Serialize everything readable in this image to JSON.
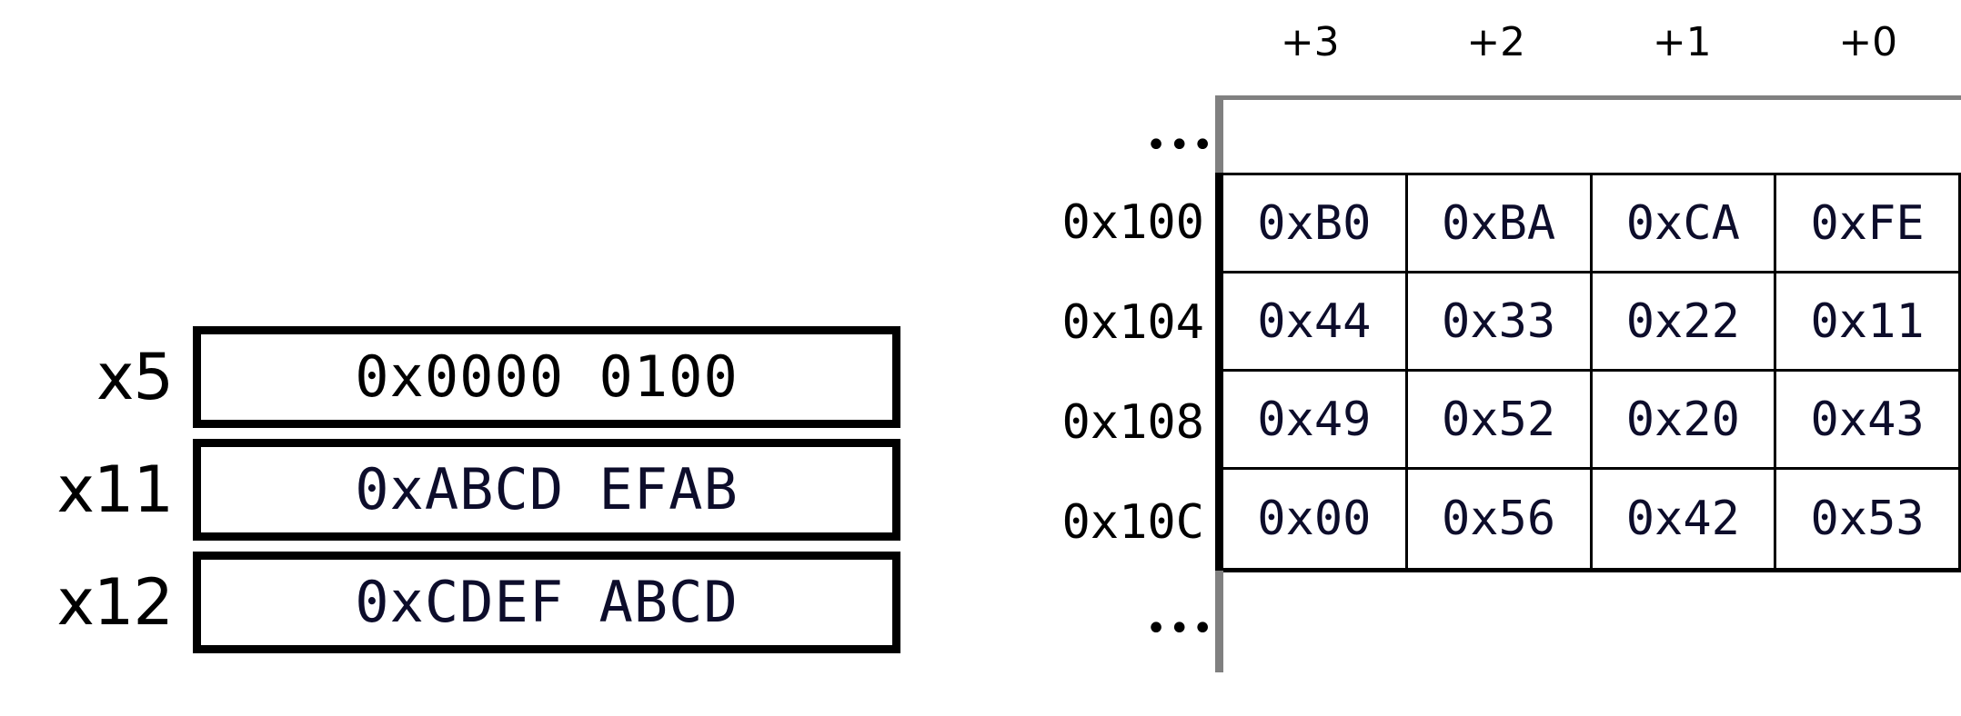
{
  "registers": {
    "rows": [
      {
        "name": "x5",
        "value": "0x0000 0100",
        "value_color": "#000000"
      },
      {
        "name": "x11",
        "value": "0xABCD EFAB",
        "value_color": "#0d0d2b"
      },
      {
        "name": "x12",
        "value": "0xCDEF ABCD",
        "value_color": "#0d0d2b"
      }
    ]
  },
  "memory": {
    "column_headers": [
      "+3",
      "+2",
      "+1",
      "+0"
    ],
    "ellipsis_top": "•••",
    "ellipsis_bottom": "•••",
    "addresses": [
      "0x100",
      "0x104",
      "0x108",
      "0x10C"
    ],
    "rows": [
      {
        "address": "0x100",
        "cells": [
          "0xB0",
          "0xBA",
          "0xCA",
          "0xFE"
        ]
      },
      {
        "address": "0x104",
        "cells": [
          "0x44",
          "0x33",
          "0x22",
          "0x11"
        ]
      },
      {
        "address": "0x108",
        "cells": [
          "0x49",
          "0x52",
          "0x20",
          "0x43"
        ]
      },
      {
        "address": "0x10C",
        "cells": [
          "0x00",
          "0x56",
          "0x42",
          "0x53"
        ]
      }
    ]
  },
  "colors": {
    "text_black": "#000000",
    "text_navy": "#0d0d2b",
    "rail_gray": "#808080",
    "background": "#ffffff"
  }
}
